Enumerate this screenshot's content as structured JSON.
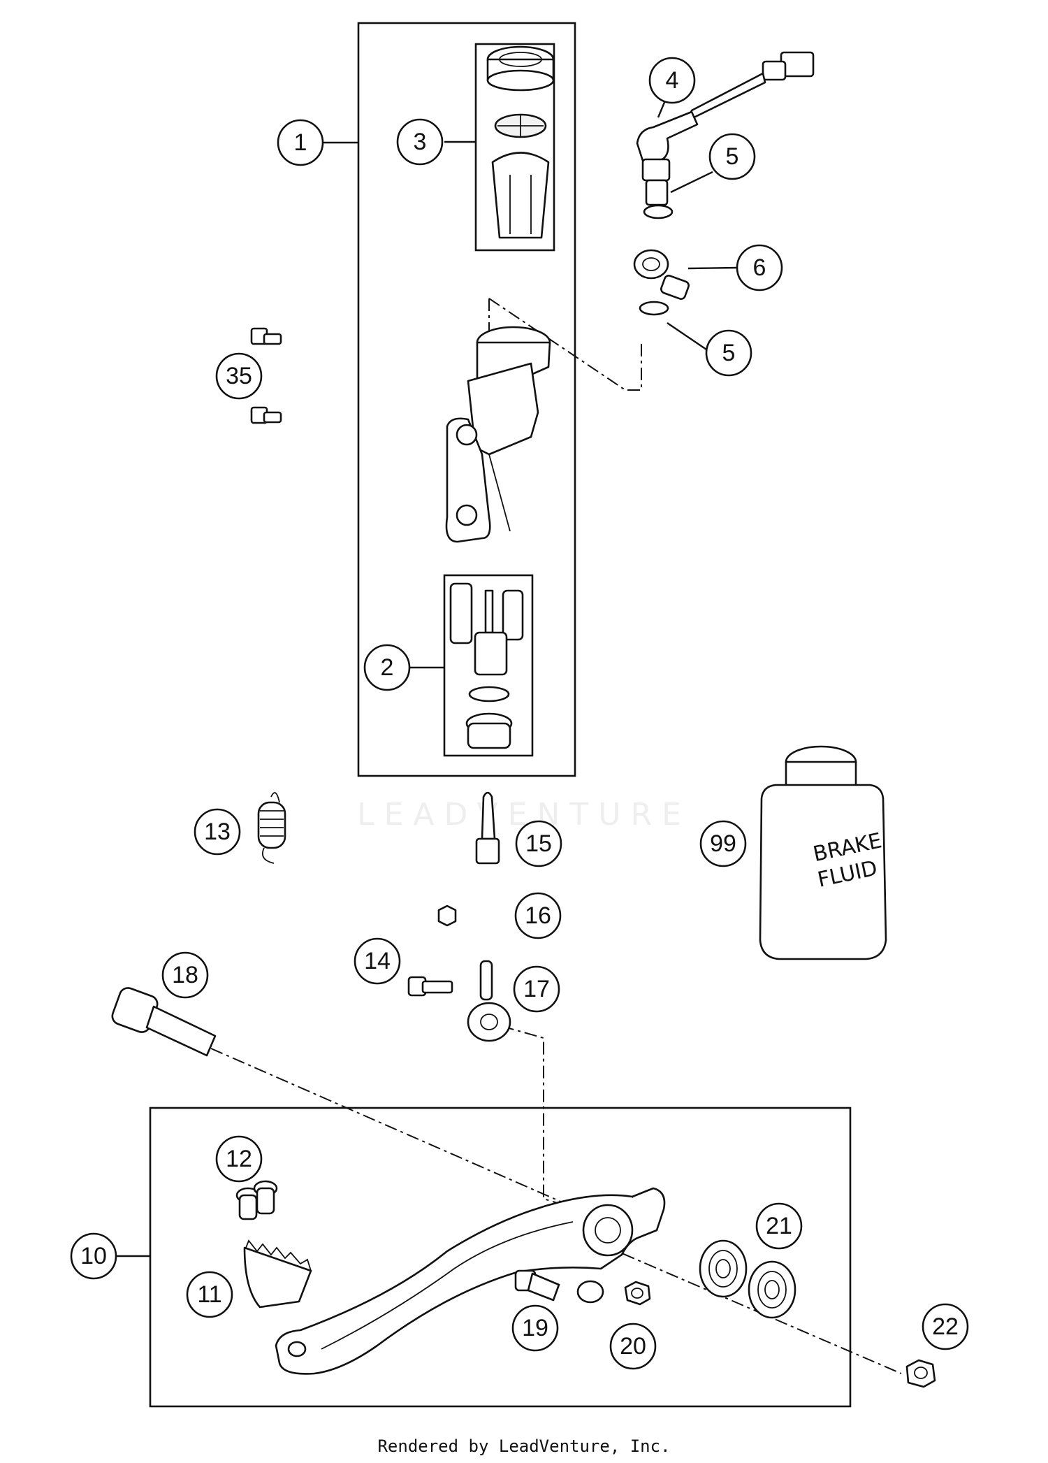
{
  "watermark": "LEADVENTURE",
  "footer": "Rendered by LeadVenture, Inc.",
  "can_label": {
    "line1": "BRAKE",
    "line2": "FLUID"
  },
  "callouts": [
    {
      "id": "c1",
      "label": "1"
    },
    {
      "id": "c3",
      "label": "3"
    },
    {
      "id": "c4",
      "label": "4"
    },
    {
      "id": "c5a",
      "label": "5"
    },
    {
      "id": "c6",
      "label": "6"
    },
    {
      "id": "c5b",
      "label": "5"
    },
    {
      "id": "c35",
      "label": "35"
    },
    {
      "id": "c2",
      "label": "2"
    },
    {
      "id": "c13",
      "label": "13"
    },
    {
      "id": "c15",
      "label": "15"
    },
    {
      "id": "c99",
      "label": "99"
    },
    {
      "id": "c16",
      "label": "16"
    },
    {
      "id": "c14",
      "label": "14"
    },
    {
      "id": "c18",
      "label": "18"
    },
    {
      "id": "c17",
      "label": "17"
    },
    {
      "id": "c12",
      "label": "12"
    },
    {
      "id": "c10",
      "label": "10"
    },
    {
      "id": "c21",
      "label": "21"
    },
    {
      "id": "c11",
      "label": "11"
    },
    {
      "id": "c19",
      "label": "19"
    },
    {
      "id": "c20",
      "label": "20"
    },
    {
      "id": "c22",
      "label": "22"
    }
  ]
}
